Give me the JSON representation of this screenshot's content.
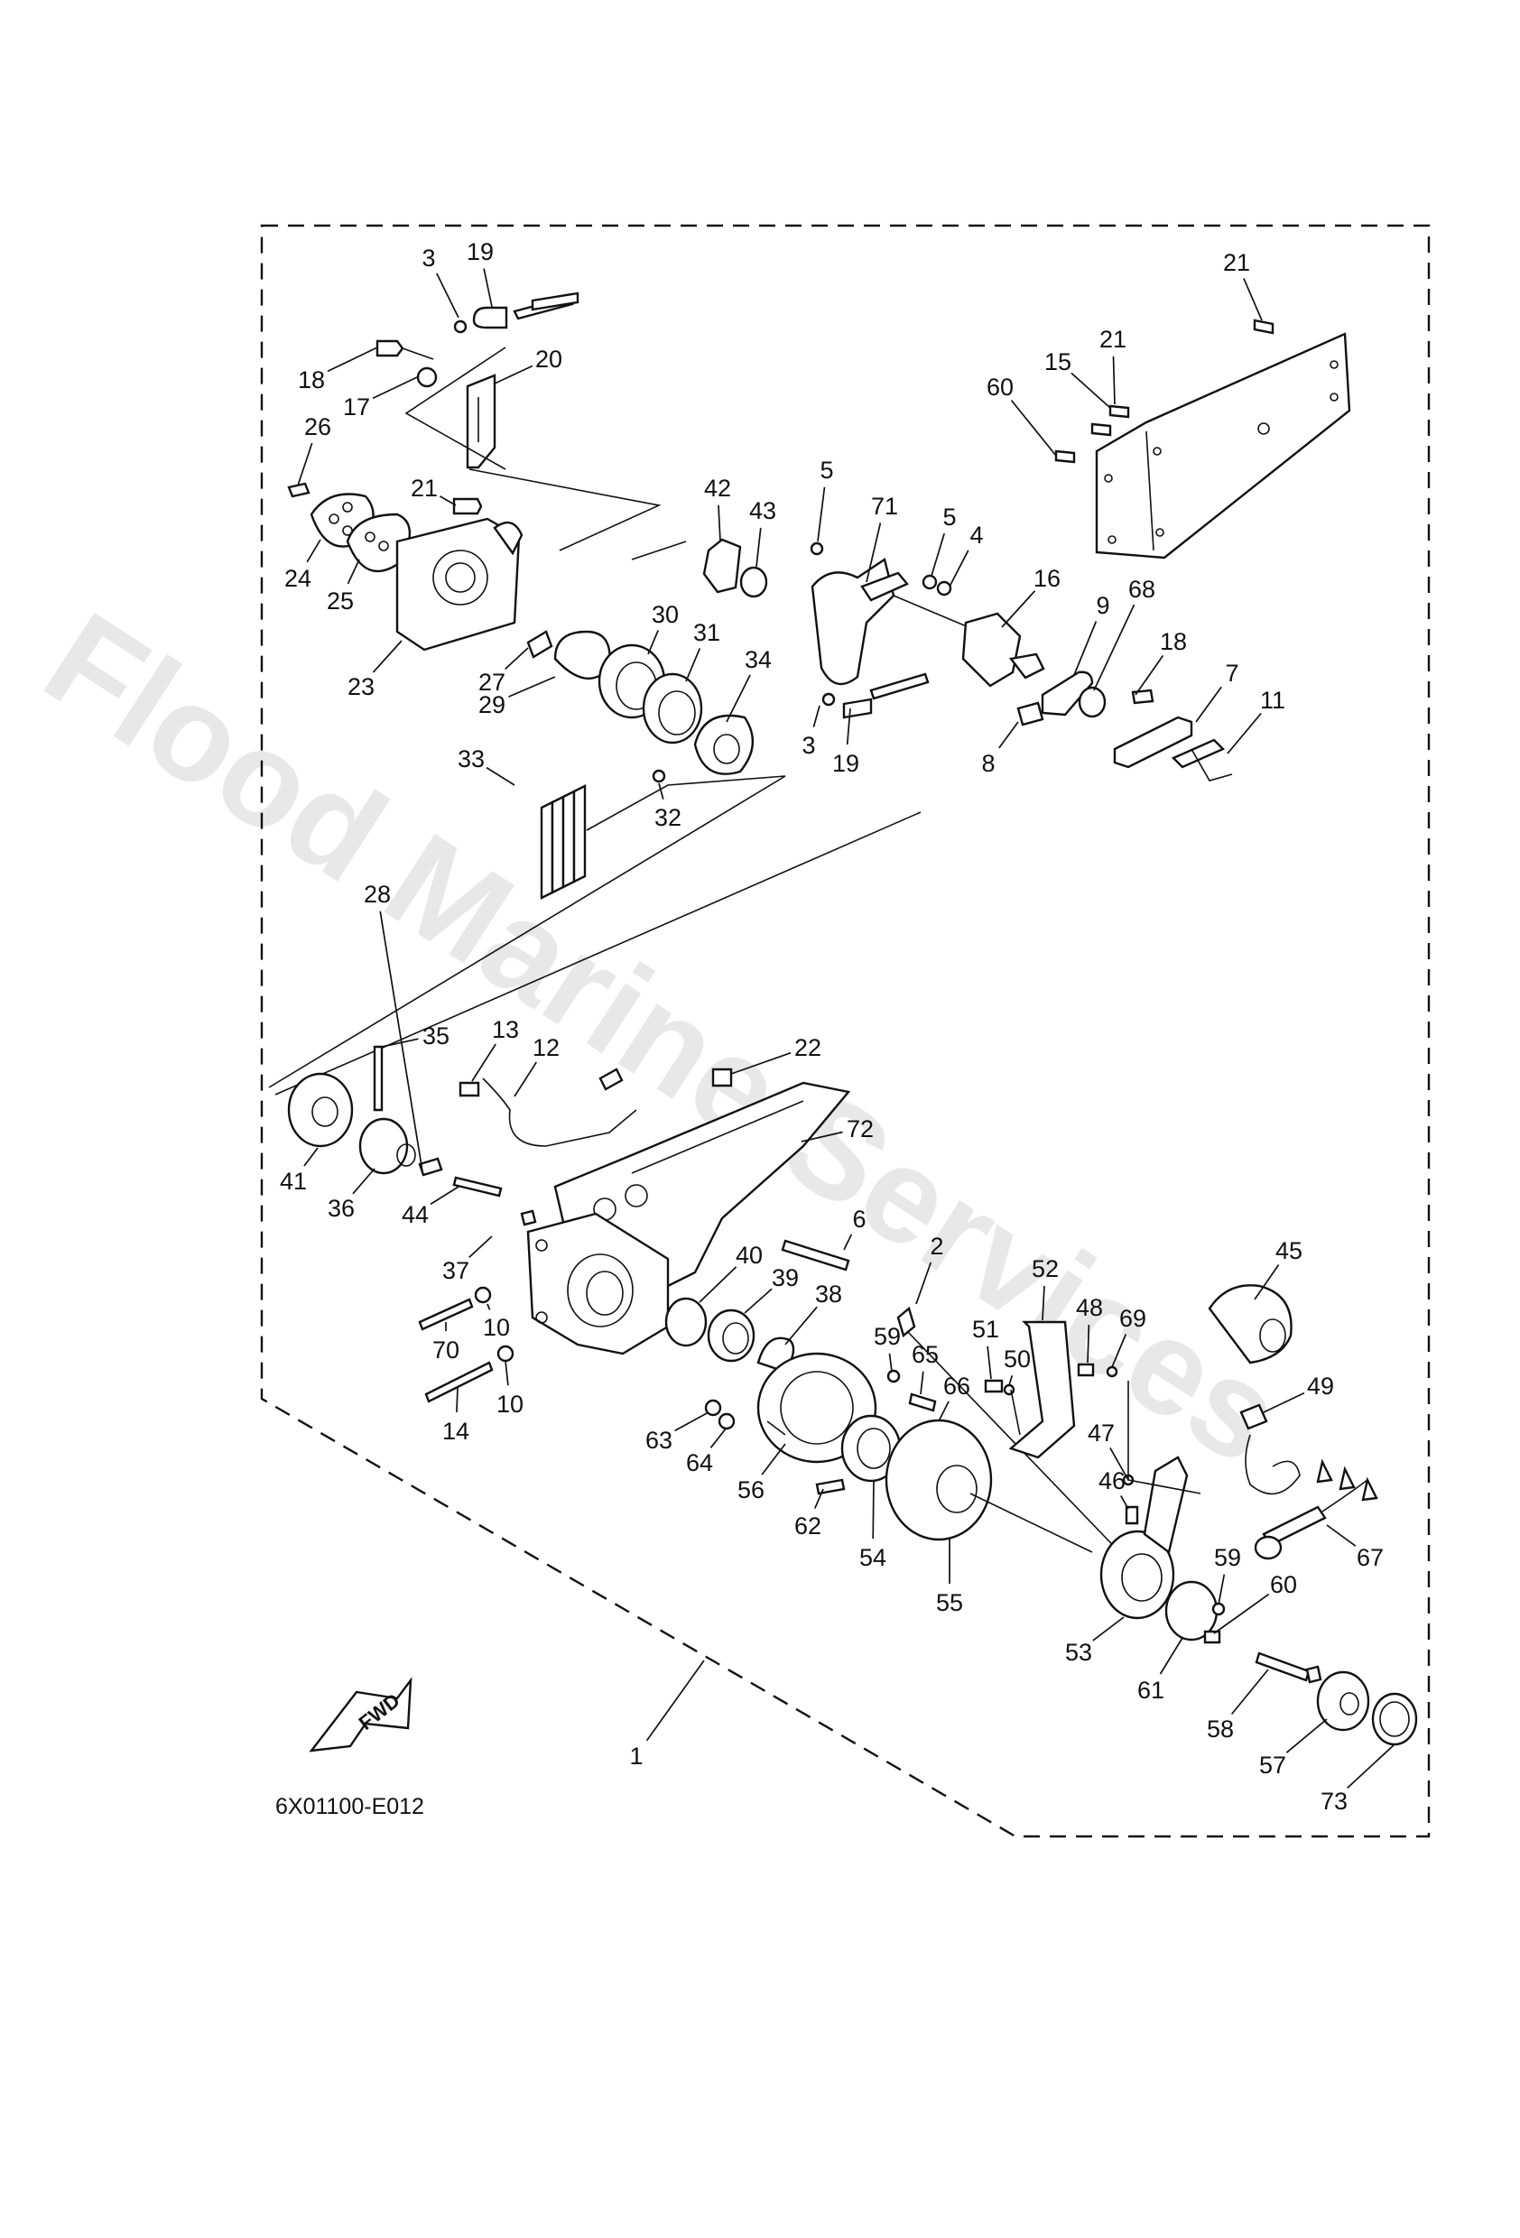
{
  "diagram": {
    "watermark": "Flood Marine Services",
    "figure_code": "6X01100-E012",
    "fwd_label": "FWD",
    "callouts": [
      "1",
      "2",
      "3",
      "3",
      "4",
      "5",
      "5",
      "6",
      "7",
      "8",
      "9",
      "10",
      "10",
      "11",
      "12",
      "13",
      "14",
      "15",
      "16",
      "17",
      "18",
      "18",
      "19",
      "19",
      "20",
      "21",
      "21",
      "21",
      "22",
      "23",
      "24",
      "25",
      "26",
      "27",
      "28",
      "29",
      "30",
      "31",
      "32",
      "33",
      "34",
      "35",
      "36",
      "37",
      "38",
      "39",
      "40",
      "41",
      "42",
      "43",
      "44",
      "45",
      "46",
      "47",
      "48",
      "49",
      "50",
      "51",
      "52",
      "53",
      "54",
      "55",
      "56",
      "57",
      "58",
      "59",
      "59",
      "60",
      "60",
      "61",
      "62",
      "63",
      "64",
      "65",
      "66",
      "67",
      "68",
      "69",
      "70",
      "71",
      "72",
      "73"
    ]
  }
}
